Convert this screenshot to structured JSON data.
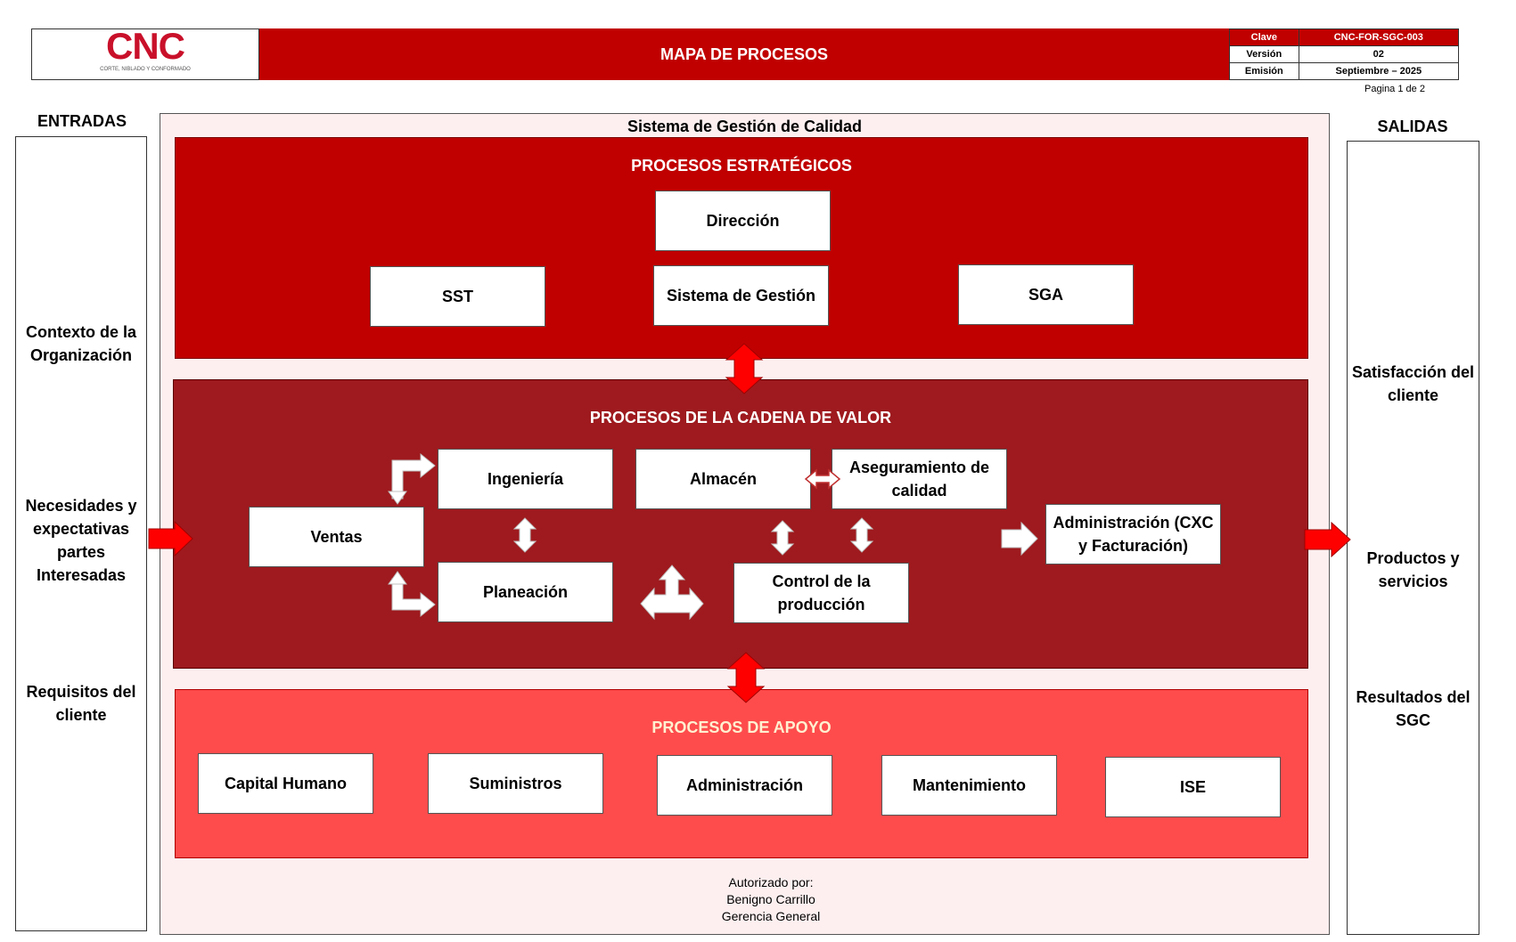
{
  "header": {
    "logo_text": "CNC",
    "logo_subtitle": "CORTE, NIBLADO Y CONFORMADO",
    "title": "MAPA DE PROCESOS",
    "meta": [
      {
        "label": "Clave",
        "value": "CNC-FOR-SGC-003"
      },
      {
        "label": "Versión",
        "value": "02"
      },
      {
        "label": "Emisión",
        "value": "Septiembre – 2025"
      }
    ],
    "page": "Pagina 1 de 2"
  },
  "inputs": {
    "label": "ENTRADAS",
    "items": [
      "Contexto de la Organización",
      "Necesidades y expectativas partes Interesadas",
      "Requisitos del cliente"
    ]
  },
  "outputs": {
    "label": "SALIDAS",
    "items": [
      "Satisfacción del cliente",
      "Productos y servicios",
      "Resultados del SGC"
    ]
  },
  "system_title": "Sistema de Gestión de Calidad",
  "strategic": {
    "title": "PROCESOS ESTRATÉGICOS",
    "boxes": [
      "Dirección",
      "SST",
      "Sistema de Gestión",
      "SGA"
    ]
  },
  "value_chain": {
    "title": "PROCESOS DE LA CADENA DE VALOR",
    "boxes": [
      "Ventas",
      "Ingeniería",
      "Planeación",
      "Almacén",
      "Aseguramiento de calidad",
      "Control de la producción",
      "Administración (CXC y Facturación)"
    ]
  },
  "support": {
    "title": "PROCESOS DE APOYO",
    "boxes": [
      "Capital Humano",
      "Suministros",
      "Administración",
      "Mantenimiento",
      "ISE"
    ]
  },
  "authorization": {
    "line1": "Autorizado por:",
    "line2": "Benigno Carrillo",
    "line3": "Gerencia General"
  },
  "colors": {
    "strategic_band": "#c00000",
    "value_band": "#9e1a1e",
    "support_band": "#fe4c4c",
    "arrow_red": "#ff0000",
    "header_red": "#c00000"
  },
  "icons": [
    "double-arrow-vertical-icon",
    "arrow-right-icon",
    "bent-arrow-icon",
    "tri-arrow-icon"
  ]
}
